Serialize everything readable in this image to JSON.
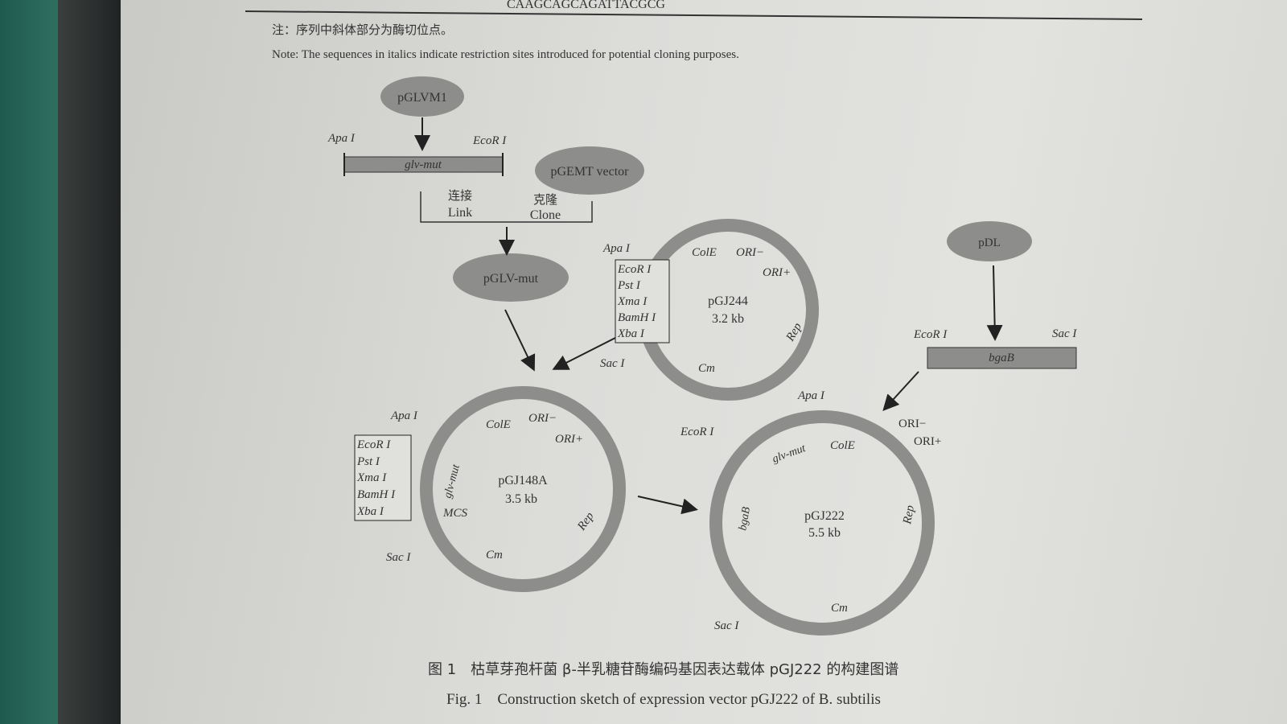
{
  "header": {
    "seq_fragment": "CAAGCAGCAGATTACGCG",
    "note_cn": "注：序列中斜体部分为酶切位点。",
    "note_en": "Note: The sequences in italics indicate restriction sites introduced for potential cloning purposes."
  },
  "nodes": {
    "pglvm1": "pGLVM1",
    "pgemt": "pGEMT vector",
    "pglvmut": "pGLV-mut",
    "pdl": "pDL"
  },
  "fragments": {
    "glv_label": "glv-mut",
    "glv_left": "Apa I",
    "glv_right": "EcoR I",
    "bgab_label": "bgaB",
    "bgab_left": "EcoR I",
    "bgab_right": "Sac I"
  },
  "steps": {
    "link_cn": "连接",
    "link_en": "Link",
    "clone_cn": "克隆",
    "clone_en": "Clone"
  },
  "mcs": [
    "EcoR I",
    "Pst I",
    "Xma I",
    "BamH I",
    "Xba I"
  ],
  "pgj244": {
    "name": "pGJ244",
    "size": "3.2 kb",
    "apa": "Apa I",
    "sac": "Sac I",
    "cole": "ColE",
    "ori_minus": "ORI−",
    "ori_plus": "ORI+",
    "rep": "Rep",
    "cm": "Cm"
  },
  "pgj148a": {
    "name": "pGJ148A",
    "size": "3.5 kb",
    "apa": "Apa I",
    "sac": "Sac I",
    "cole": "ColE",
    "ori_minus": "ORI−",
    "ori_plus": "ORI+",
    "rep": "Rep",
    "cm": "Cm",
    "glv": "glv-mut",
    "mcs": "MCS"
  },
  "pgj222": {
    "name": "pGJ222",
    "size": "5.5 kb",
    "apa": "Apa I",
    "ecor": "EcoR I",
    "sac": "Sac I",
    "cole": "ColE",
    "ori_minus": "ORI−",
    "ori_plus": "ORI+",
    "rep": "Rep",
    "cm": "Cm",
    "glv": "glv-mut",
    "bgab": "bgaB"
  },
  "caption": {
    "cn": "图 1　枯草芽孢杆菌 β-半乳糖苷酶编码基因表达载体 pGJ222 的构建图谱",
    "en": "Fig. 1　Construction sketch of expression vector pGJ222 of B. subtilis"
  }
}
